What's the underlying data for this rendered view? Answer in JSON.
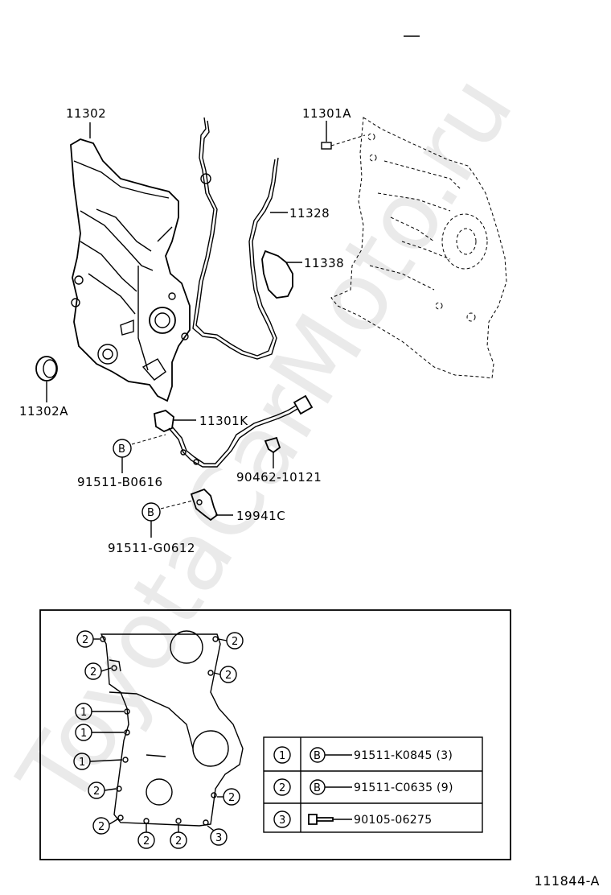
{
  "watermark": "ToyotaCarMoto.ru",
  "diagram_code": "111844-A",
  "part_labels": {
    "p11302": "11302",
    "p11301A": "11301A",
    "p11328": "11328",
    "p11338": "11338",
    "p11302A": "11302A",
    "p11301K": "11301K",
    "p90462": "90462-10121",
    "p91511B": "91511-B0616",
    "p19941C": "19941C",
    "p91511G": "91511-G0612"
  },
  "bolt_letter": "B",
  "inset": {
    "callouts": {
      "one": "1",
      "two": "2",
      "three": "3"
    },
    "legend": [
      {
        "num": "1",
        "code": "B",
        "part": "91511-K0845 (3)"
      },
      {
        "num": "2",
        "code": "B",
        "part": "91511-C0635 (9)"
      },
      {
        "num": "3",
        "code": "",
        "part": "90105-06275"
      }
    ]
  }
}
